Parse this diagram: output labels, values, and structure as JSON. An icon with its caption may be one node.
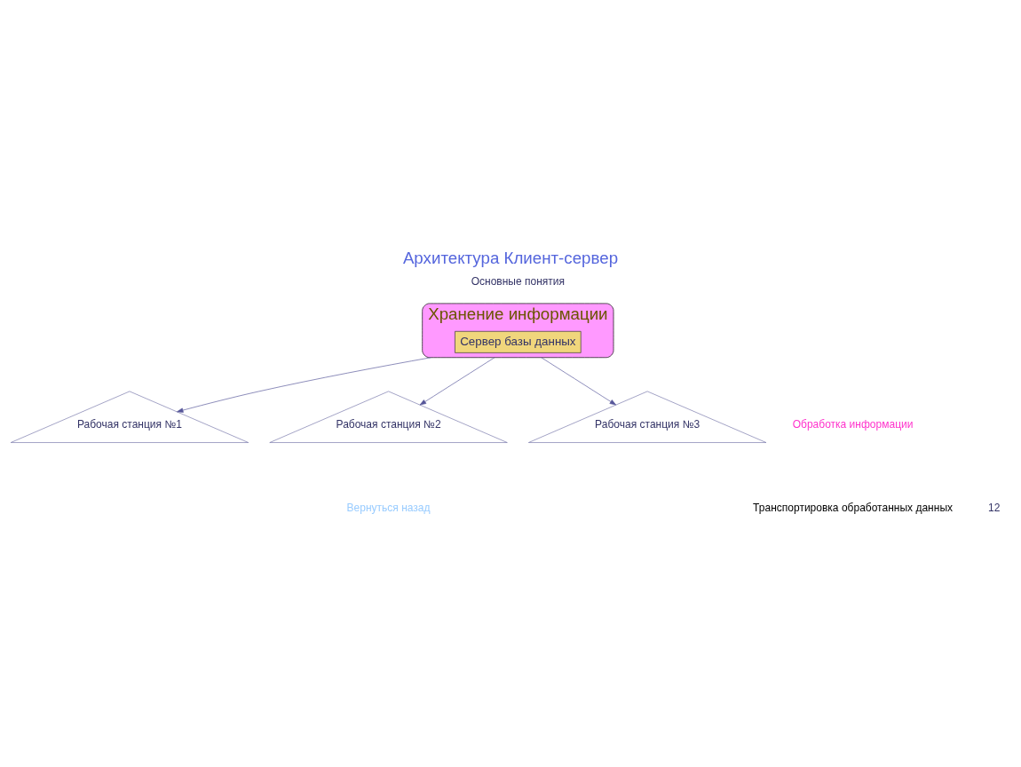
{
  "diagram": {
    "title": "Архитектура Клиент-сервер",
    "nodes": [
      {
        "text": [
          "Хранение информации"
        ]
      },
      {
        "text": [
          "Сервер базы данных"
        ],
        "in": 0
      },
      {
        "text": [
          "Рабочая станция №1"
        ]
      },
      {
        "text": [
          "Рабочая станция №2"
        ]
      },
      {
        "text": [
          "Рабочая станция №3"
        ]
      }
    ],
    "edges": [
      {
        "from": 0,
        "to": 2,
        "arrow": "to"
      },
      {
        "from": 0,
        "to": 3,
        "arrow": "to"
      },
      {
        "from": 0,
        "to": 4,
        "arrow": "to"
      }
    ],
    "labels": [
      "Основные понятия",
      "Обработка информации",
      "Транспортировка обработанных данных",
      "Вернуться назад",
      "12"
    ]
  }
}
